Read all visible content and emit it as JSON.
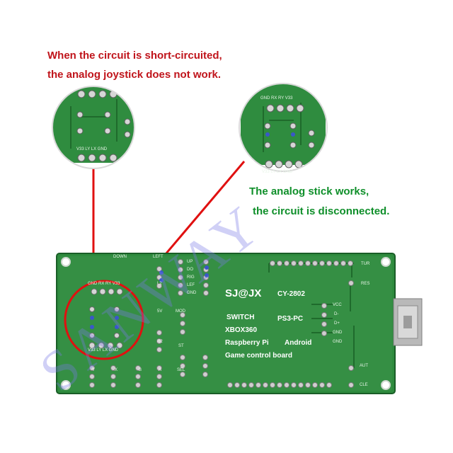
{
  "annotations": {
    "short_circuit_line1": "When the circuit is short-circuited,",
    "short_circuit_line2": "the analog joystick does not work.",
    "works_line1": "The analog stick works,",
    "works_line2": "the circuit is disconnected."
  },
  "board": {
    "brand": "SJ@JX",
    "model": "CY-2802",
    "platform_switch": "SWITCH",
    "platform_ps3pc": "PS3-PC",
    "platform_xbox": "XBOX360",
    "platform_rpi": "Raspberry Pi",
    "platform_android": "Android",
    "description": "Game control board",
    "silkscreen": {
      "tur": "TUR",
      "res": "RES",
      "aut": "AUT",
      "cle": "CLE",
      "vcc": "VCC",
      "dminus": "D-",
      "dplus": "D+",
      "gnd1": "GND",
      "gnd2": "GND",
      "up": "UP",
      "do": "DO",
      "rig": "RIG",
      "lef": "LEF",
      "gnd3": "GND",
      "down": "DOWN",
      "left": "LEFT",
      "mod": "MOD",
      "st": "ST",
      "sel": "SEL",
      "sv": "5V",
      "l2": "L2",
      "r2": "R2",
      "x": "X",
      "y": "Y",
      "a": "A",
      "b": "B"
    },
    "joystick_header_top": "GND RX RY V33",
    "joystick_header_bottom": "V33 LY LX GND"
  },
  "watermark": "SANWAY",
  "colors": {
    "pcb": "#2e8b3e",
    "pcb_dark": "#1f6b2c",
    "annotation_red": "#c0141b",
    "annotation_green": "#0f8f2a",
    "watermark": "#7878e6"
  }
}
